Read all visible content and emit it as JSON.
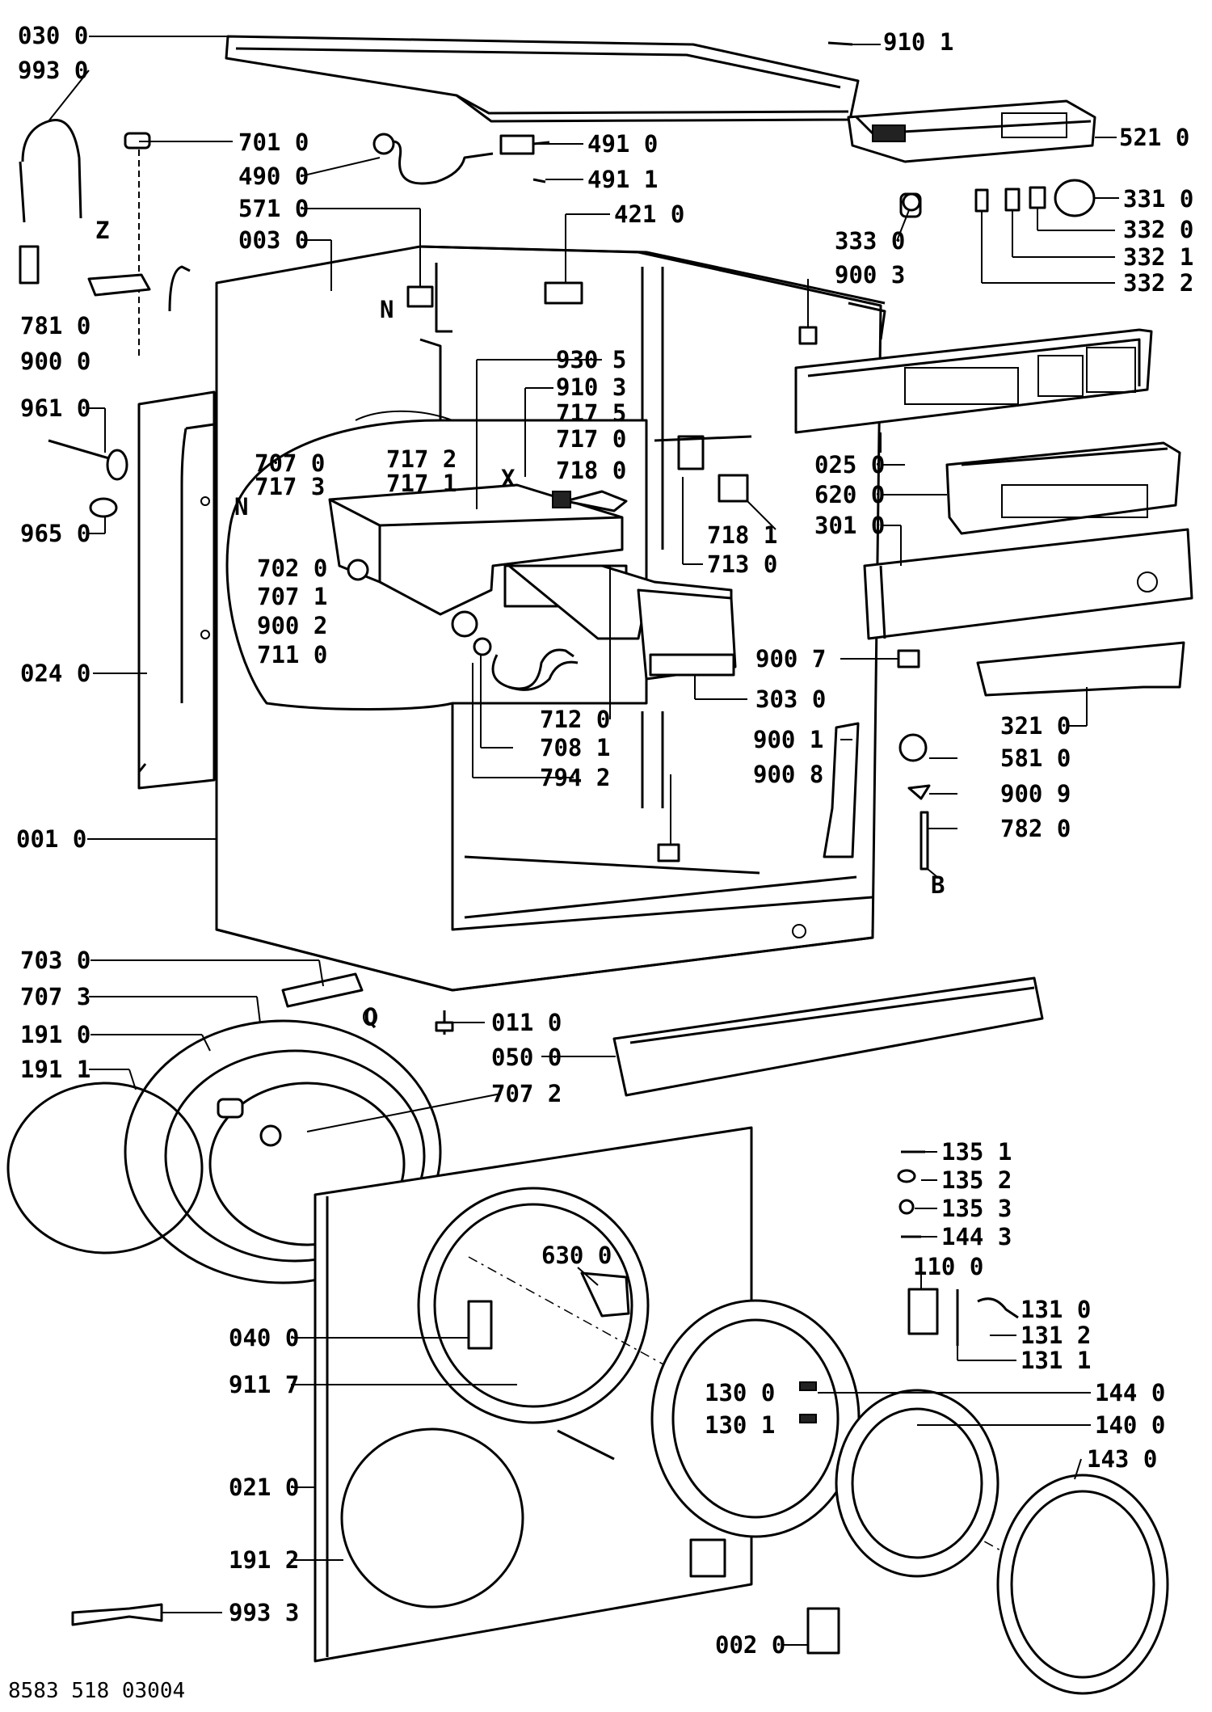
{
  "doc_number": "8583 518 03004",
  "labels": [
    {
      "id": "l0300",
      "text": "030 0"
    },
    {
      "id": "l9930",
      "text": "993 0"
    },
    {
      "id": "l7010",
      "text": "701 0"
    },
    {
      "id": "l4900",
      "text": "490 0"
    },
    {
      "id": "l5710",
      "text": "571 0"
    },
    {
      "id": "l0030",
      "text": "003 0"
    },
    {
      "id": "lZ",
      "text": "Z"
    },
    {
      "id": "l7810",
      "text": "781 0"
    },
    {
      "id": "l9000",
      "text": "900 0"
    },
    {
      "id": "lN1",
      "text": "N"
    },
    {
      "id": "l4910",
      "text": "491 0"
    },
    {
      "id": "l4911",
      "text": "491 1"
    },
    {
      "id": "l4210",
      "text": "421 0"
    },
    {
      "id": "l9101",
      "text": "910 1"
    },
    {
      "id": "l5210",
      "text": "521 0"
    },
    {
      "id": "l3310",
      "text": "331 0"
    },
    {
      "id": "l3320",
      "text": "332 0"
    },
    {
      "id": "l3321",
      "text": "332 1"
    },
    {
      "id": "l3322",
      "text": "332 2"
    },
    {
      "id": "l3330",
      "text": "333 0"
    },
    {
      "id": "l9003",
      "text": "900 3"
    },
    {
      "id": "l9610",
      "text": "961 0"
    },
    {
      "id": "l9650",
      "text": "965 0"
    },
    {
      "id": "l9305",
      "text": "930 5"
    },
    {
      "id": "l9103",
      "text": "910 3"
    },
    {
      "id": "l7175",
      "text": "717 5"
    },
    {
      "id": "l7170",
      "text": "717 0"
    },
    {
      "id": "l7180",
      "text": "718 0"
    },
    {
      "id": "l7070",
      "text": "707 0"
    },
    {
      "id": "l7172",
      "text": "717 2"
    },
    {
      "id": "l7173",
      "text": "717 3"
    },
    {
      "id": "l7171",
      "text": "717 1"
    },
    {
      "id": "lX",
      "text": "X"
    },
    {
      "id": "lN2",
      "text": "N"
    },
    {
      "id": "l7020",
      "text": "702 0"
    },
    {
      "id": "l7071",
      "text": "707 1"
    },
    {
      "id": "l9002",
      "text": "900 2"
    },
    {
      "id": "l7110",
      "text": "711 0"
    },
    {
      "id": "l0250",
      "text": "025 0"
    },
    {
      "id": "l6200",
      "text": "620 0"
    },
    {
      "id": "l3010",
      "text": "301 0"
    },
    {
      "id": "l7181",
      "text": "718 1"
    },
    {
      "id": "l7130",
      "text": "713 0"
    },
    {
      "id": "l0240",
      "text": "024 0"
    },
    {
      "id": "l9007",
      "text": "900 7"
    },
    {
      "id": "l3030",
      "text": "303 0"
    },
    {
      "id": "l3210",
      "text": "321 0"
    },
    {
      "id": "l7120",
      "text": "712 0"
    },
    {
      "id": "l9001",
      "text": "900 1"
    },
    {
      "id": "l5810",
      "text": "581 0"
    },
    {
      "id": "l7081",
      "text": "708 1"
    },
    {
      "id": "l9008",
      "text": "900 8"
    },
    {
      "id": "l7942",
      "text": "794 2"
    },
    {
      "id": "l9009",
      "text": "900 9"
    },
    {
      "id": "l7820",
      "text": "782 0"
    },
    {
      "id": "lB",
      "text": "B"
    },
    {
      "id": "l0010",
      "text": "001 0"
    },
    {
      "id": "l7030",
      "text": "703 0"
    },
    {
      "id": "l7073",
      "text": "707 3"
    },
    {
      "id": "lQ",
      "text": "Q"
    },
    {
      "id": "l1910",
      "text": "191 0"
    },
    {
      "id": "l0110",
      "text": "011 0"
    },
    {
      "id": "l1911",
      "text": "191 1"
    },
    {
      "id": "l0500",
      "text": "050 0"
    },
    {
      "id": "l7072",
      "text": "707 2"
    },
    {
      "id": "l1351",
      "text": "135 1"
    },
    {
      "id": "l1352",
      "text": "135 2"
    },
    {
      "id": "l1353",
      "text": "135 3"
    },
    {
      "id": "l1443",
      "text": "144 3"
    },
    {
      "id": "l1100",
      "text": "110 0"
    },
    {
      "id": "l6300",
      "text": "630 0"
    },
    {
      "id": "l1310",
      "text": "131 0"
    },
    {
      "id": "l1312",
      "text": "131 2"
    },
    {
      "id": "l1311",
      "text": "131 1"
    },
    {
      "id": "l0400",
      "text": "040 0"
    },
    {
      "id": "l9117",
      "text": "911 7"
    },
    {
      "id": "l1300",
      "text": "130 0"
    },
    {
      "id": "l1440",
      "text": "144 0"
    },
    {
      "id": "l1301",
      "text": "130 1"
    },
    {
      "id": "l1400",
      "text": "140 0"
    },
    {
      "id": "l0210",
      "text": "021 0"
    },
    {
      "id": "l1430",
      "text": "143 0"
    },
    {
      "id": "l1912",
      "text": "191 2"
    },
    {
      "id": "l9933",
      "text": "993 3"
    },
    {
      "id": "l0020",
      "text": "002 0"
    }
  ]
}
